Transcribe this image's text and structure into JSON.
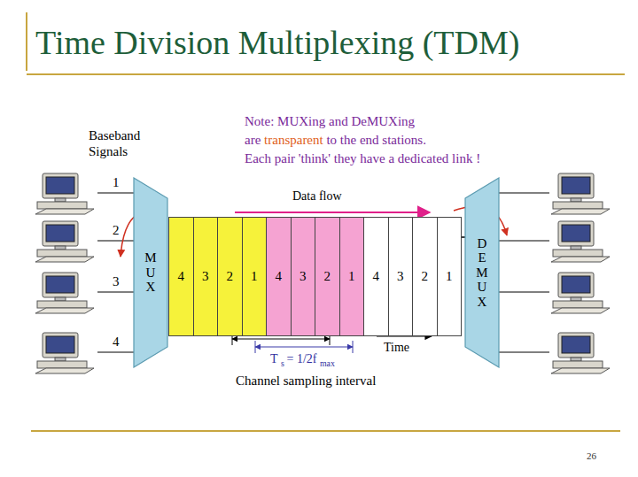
{
  "diagram": {
    "title": "Time Division Multiplexing (TDM)",
    "nodes": [
      {
        "text": [
          "MUX"
        ]
      },
      {
        "text": [
          "4"
        ]
      },
      {
        "text": [
          "3"
        ]
      },
      {
        "text": [
          "2"
        ]
      },
      {
        "text": [
          "1"
        ]
      },
      {
        "text": [
          "4"
        ]
      },
      {
        "text": [
          "3"
        ]
      },
      {
        "text": [
          "2"
        ]
      },
      {
        "text": [
          "1"
        ]
      },
      {
        "text": [
          "4"
        ]
      },
      {
        "text": [
          "3"
        ]
      },
      {
        "text": [
          "2"
        ]
      },
      {
        "text": [
          "1"
        ]
      },
      {
        "text": [
          "DEMUX"
        ]
      }
    ],
    "labels": [
      "Note: MUXing and DeMUXing",
      "are",
      "transparent",
      "to the end stations.",
      "Each pair 'think' they have a dedicated link !",
      "Baseband Signals",
      "1",
      "2",
      "3",
      "4",
      "Data flow",
      "Time",
      "T",
      "s",
      "= 1/2f",
      "max",
      "Channel sampling interval",
      "26"
    ]
  }
}
